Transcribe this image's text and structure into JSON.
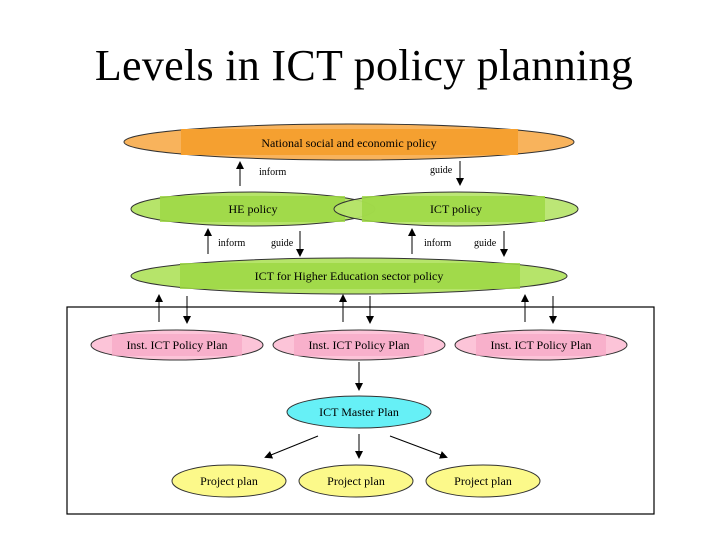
{
  "title": "Levels in ICT policy planning",
  "nodes": {
    "national": "National social and economic policy",
    "he_policy": "HE policy",
    "ict_policy": "ICT policy",
    "ict_he_sector": "ICT for Higher Education sector policy",
    "inst_plan_1": "Inst. ICT Policy Plan",
    "inst_plan_2": "Inst. ICT Policy Plan",
    "inst_plan_3": "Inst. ICT Policy Plan",
    "master_plan": "ICT Master Plan",
    "project_1": "Project plan",
    "project_2": "Project plan",
    "project_3": "Project plan"
  },
  "edges": {
    "inform_1": "inform",
    "guide_1": "guide",
    "inform_2": "inform",
    "guide_2": "guide",
    "inform_3": "inform",
    "guide_3": "guide"
  },
  "colors": {
    "orange": "#f8b35c",
    "orange_band": "#f5a030",
    "green": "#b6e46a",
    "green_band": "#9ed844",
    "pink": "#fcc4d8",
    "pink_band": "#f7a8c6",
    "cyan": "#66f0f6",
    "yellow": "#fcf98a"
  }
}
